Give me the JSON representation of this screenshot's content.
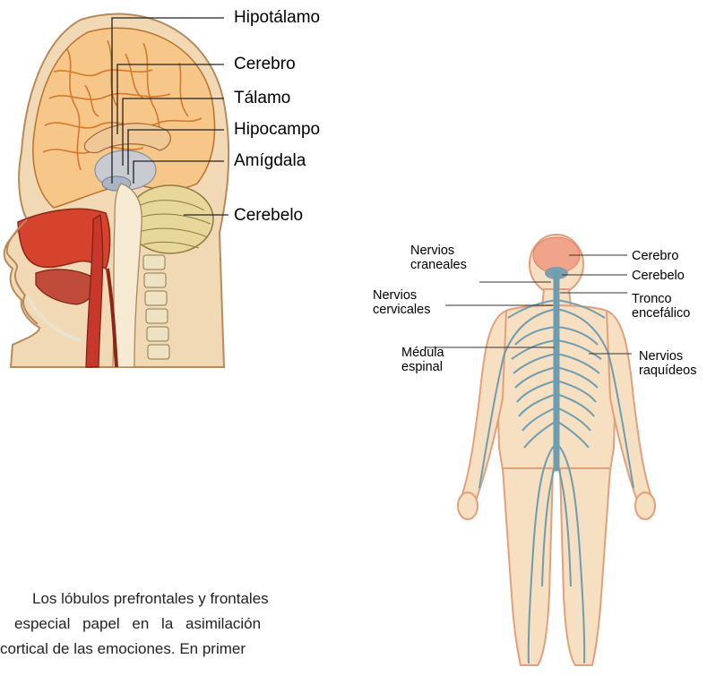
{
  "head_labels": {
    "hipotalamo": "Hipotálamo",
    "cerebro": "Cerebro",
    "talamo": "Tálamo",
    "hipocampo": "Hipocampo",
    "amigdala": "Amígdala",
    "cerebelo": "Cerebelo"
  },
  "body_labels": {
    "nervios_craneales_1": "Nervios",
    "nervios_craneales_2": "craneales",
    "nervios_cervicales_1": "Nervios",
    "nervios_cervicales_2": "cervicales",
    "medula_1": "Médula",
    "medula_2": "espinal",
    "cerebro": "Cerebro",
    "cerebelo": "Cerebelo",
    "tronco_1": "Tronco",
    "tronco_2": "encefálico",
    "raquideos_1": "Nervios",
    "raquideos_2": "raquídeos"
  },
  "paragraph": {
    "line1": "Los lóbulos prefrontales y frontales",
    "line2": "especial papel en la asimilación",
    "line3": "cortical de las emociones. En primer"
  },
  "colors": {
    "skin": "#f6dcbc",
    "body_outline": "#e7a57f",
    "nerve_blue": "#6f9db0",
    "brain_pink": "#f2a48a",
    "tissue_red": "#c83c28",
    "bone": "#f3ecd0",
    "vessel_orange": "#d9872f"
  }
}
